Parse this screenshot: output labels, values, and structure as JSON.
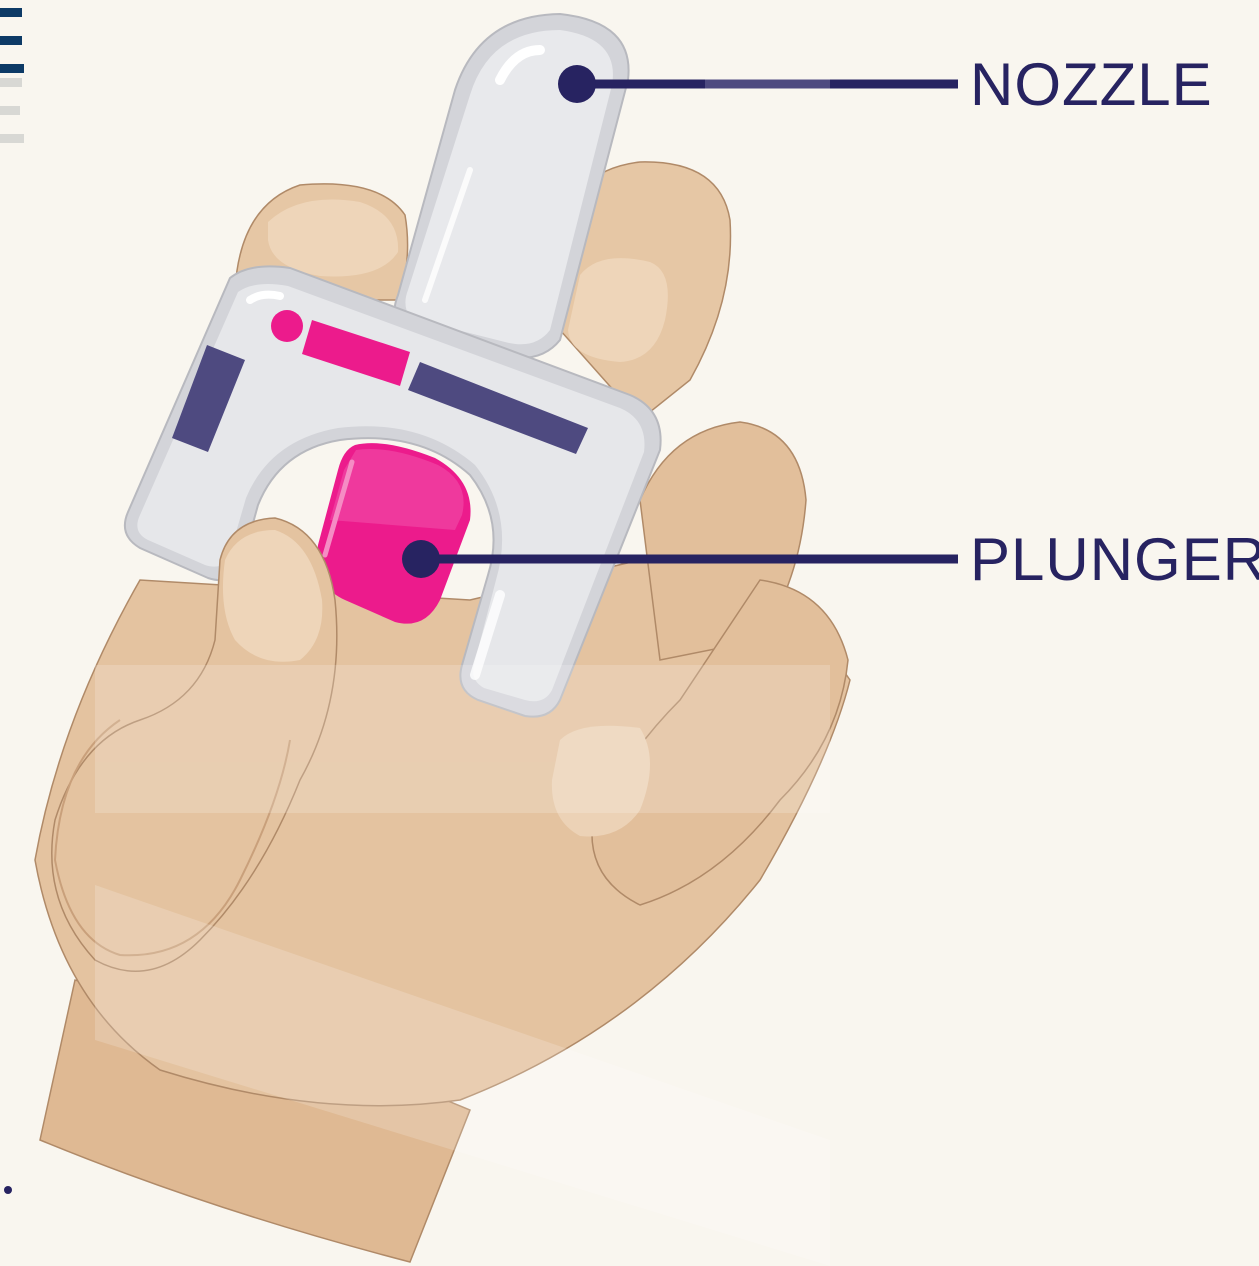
{
  "labels": {
    "nozzle": "NOZZLE",
    "plunger": "PLUNGER"
  },
  "colors": {
    "background": "#f9f6ef",
    "skin": "#e4c3a0",
    "skin_shadow": "#d6ad85",
    "skin_outline": "#b08a68",
    "device": "#e6e7ea",
    "device_edge": "#c9cacf",
    "plunger": "#ec1b8c",
    "navy": "#272361",
    "stripe_purple": "#4e4a80"
  },
  "icons": {
    "callout_marker": "filled-circle-dot"
  }
}
